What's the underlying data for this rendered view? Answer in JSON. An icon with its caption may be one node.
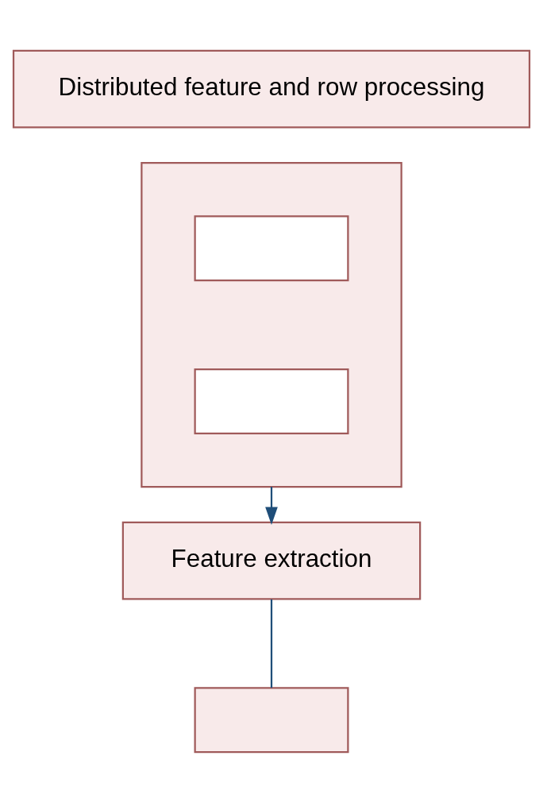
{
  "diagram": {
    "nodes": [
      {
        "text": [
          "Distributed feature and row processing"
        ]
      },
      {
        "text": [],
        "shape": "box"
      },
      {
        "text": [],
        "shape": "box",
        "in": 1
      },
      {
        "text": [],
        "shape": "box",
        "in": 1
      },
      {
        "text": [
          "Feature extraction"
        ]
      },
      {
        "text": [],
        "shape": "box"
      }
    ],
    "edges": [
      {
        "from": 1,
        "to": 4,
        "arrow": "to"
      },
      {
        "from": 4,
        "to": 5,
        "arrow": "none"
      }
    ]
  }
}
